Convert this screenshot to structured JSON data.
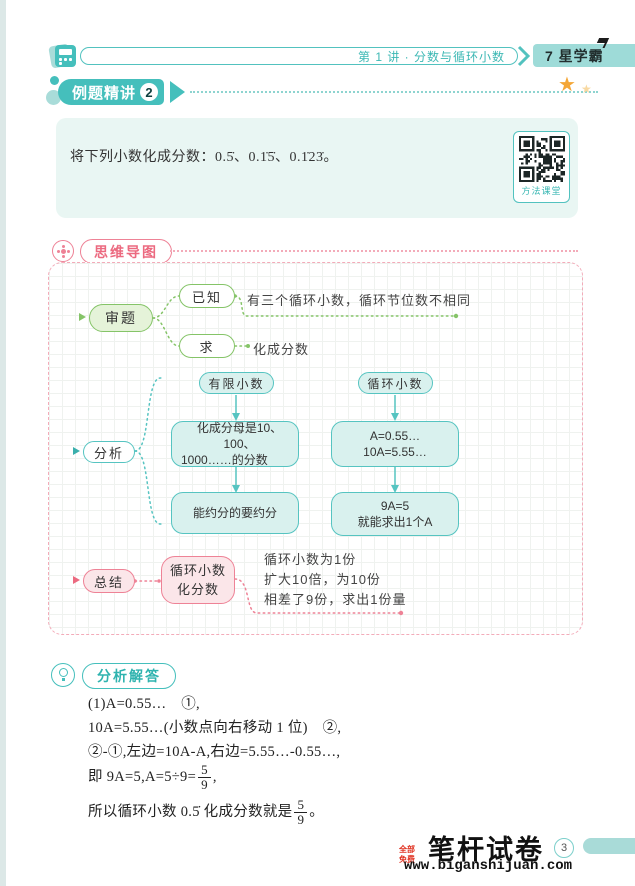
{
  "header": {
    "chapter": "第 1 讲 · 分数与循环小数",
    "badge": "7 星学霸"
  },
  "section1": {
    "title": "例题精讲",
    "number": "2"
  },
  "problem": {
    "text": "将下列小数化成分数：0.5̇、0.1̇5̇、0.1̇23̇。",
    "qr_caption": "方法课堂"
  },
  "mindmap": {
    "title": "思维导图",
    "shenti": {
      "label": "审题",
      "known_label": "已知",
      "known_text": "有三个循环小数，循环节位数不相同",
      "ask_label": "求",
      "ask_text": "化成分数"
    },
    "fenxi": {
      "label": "分析",
      "finite_head": "有限小数",
      "finite_step1a": "化成分母是10、100、",
      "finite_step1b": "1000……的分数",
      "finite_step2": "能约分的要约分",
      "repeat_head": "循环小数",
      "repeat_step1a": "A=0.55…",
      "repeat_step1b": "10A=5.55…",
      "repeat_step2a": "9A=5",
      "repeat_step2b": "就能求出1个A"
    },
    "zongjie": {
      "label": "总结",
      "box_line1": "循环小数",
      "box_line2": "化分数",
      "lines": [
        "循环小数为1份",
        "扩大10倍，为10份",
        "相差了9份，求出1份量"
      ]
    }
  },
  "solution": {
    "title": "分析解答",
    "line1": "(1)A=0.55…　①,",
    "line2": "10A=5.55…(小数点向右移动 1 位)　②,",
    "line3": "②-①,左边=10A-A,右边=5.55…-0.55…,",
    "line4_pre": "即 9A=5,A=5÷9=",
    "line4_suf": ",",
    "frac_num": "5",
    "frac_den": "9",
    "line5_pre": "所以循环小数 0.5̇ 化成分数就是",
    "line5_suf": "。"
  },
  "footer": {
    "brand": "笔杆试卷",
    "free": "全部免费",
    "url": "www.biganshijuan.com",
    "page_num": "3"
  },
  "icons": {
    "star": "★"
  },
  "colors": {
    "teal": "#45bfbc",
    "pink": "#ee8296",
    "green": "#85c468",
    "node_fill": "#d9f1ee",
    "pink_fill": "#fbe6e9"
  }
}
